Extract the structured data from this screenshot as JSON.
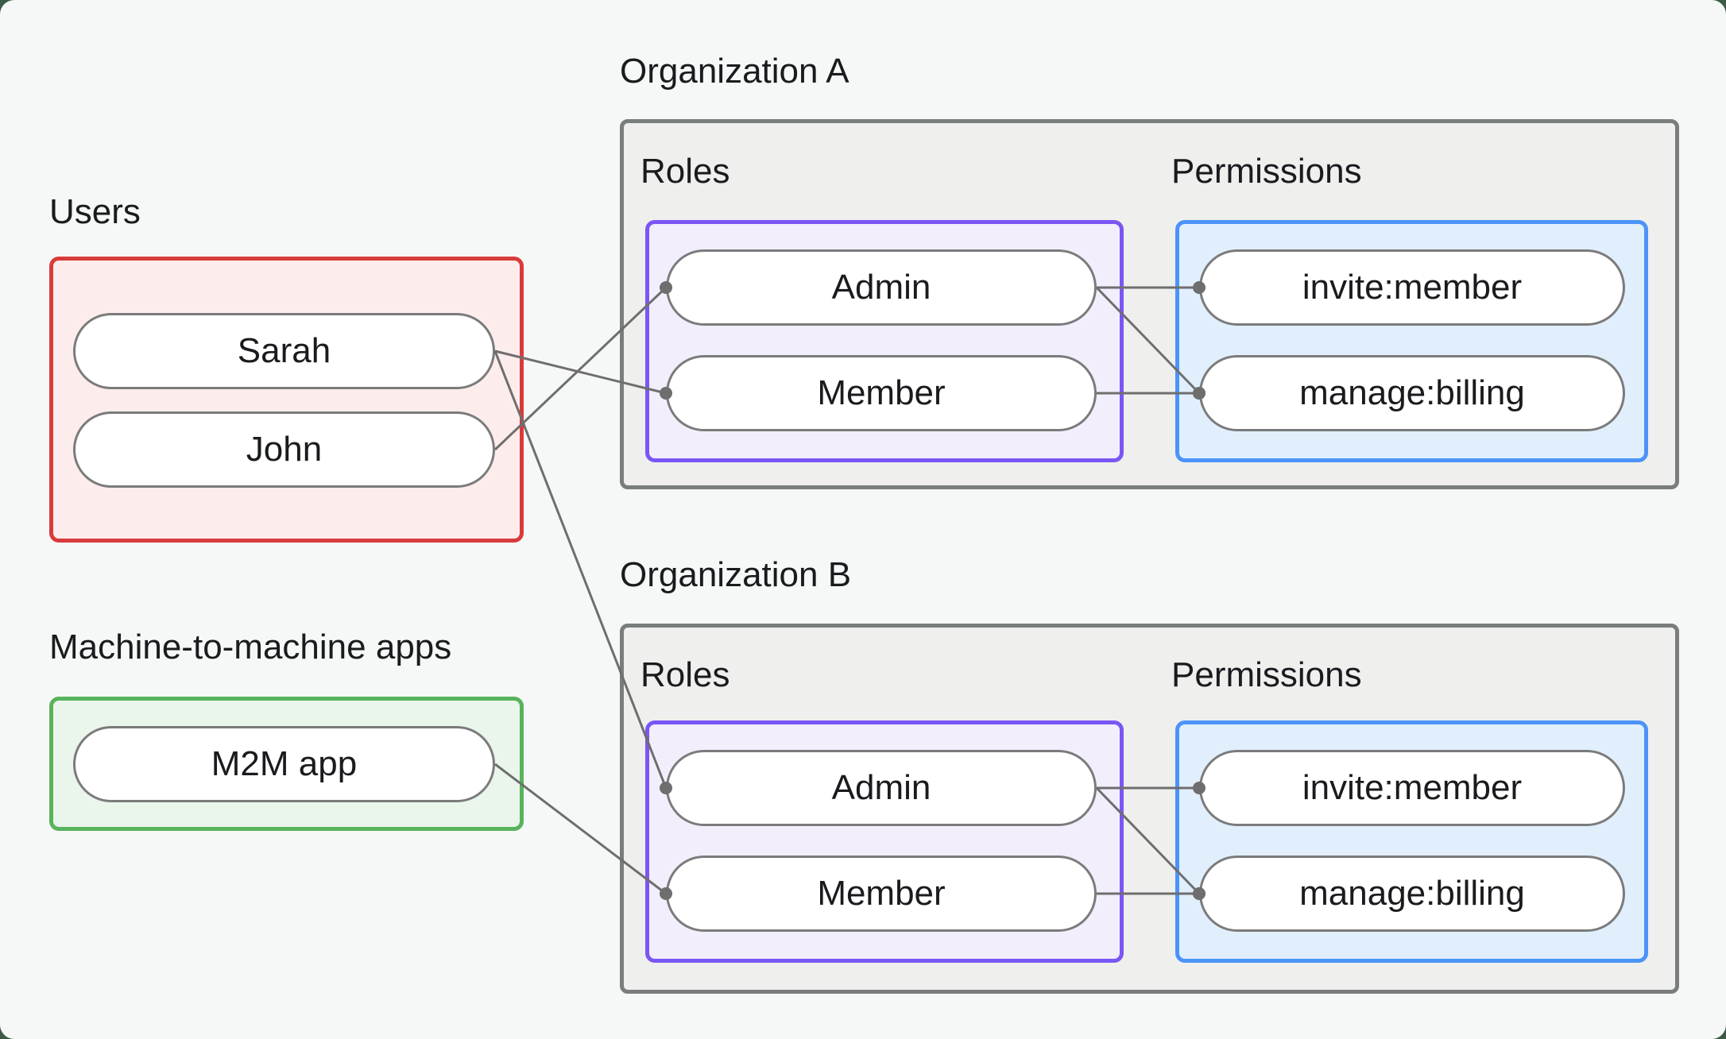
{
  "page": {
    "outer_background": "#3c5a45",
    "card_background": "#f6f8f7"
  },
  "colors": {
    "text": "#1a1b1e",
    "pill_fill": "#ffffff",
    "pill_border": "#7b7b7b",
    "org_fill": "#efefee",
    "org_border": "#797d7c",
    "users_border": "#d93b3b",
    "users_fill": "#fdecec",
    "m2m_border": "#57b35c",
    "m2m_fill": "#eaf5eb",
    "roles_border": "#7a56f4",
    "roles_fill": "#f3eefc",
    "permissions_border": "#4b93f8",
    "permissions_fill": "#e1effd"
  },
  "edge_style": {
    "color": "#6e6e6e",
    "width": 3,
    "dot_radius": 8
  },
  "users_section": {
    "label": "Users",
    "items": [
      "Sarah",
      "John"
    ]
  },
  "m2m_section": {
    "label": "Machine-to-machine apps",
    "items": [
      "M2M app"
    ]
  },
  "organizations": [
    {
      "label": "Organization A",
      "roles_label": "Roles",
      "permissions_label": "Permissions",
      "roles": [
        "Admin",
        "Member"
      ],
      "permissions": [
        "invite:member",
        "manage:billing"
      ]
    },
    {
      "label": "Organization B",
      "roles_label": "Roles",
      "permissions_label": "Permissions",
      "roles": [
        "Admin",
        "Member"
      ],
      "permissions": [
        "invite:member",
        "manage:billing"
      ]
    }
  ],
  "edges": [
    {
      "from": "sarah",
      "to": "orgA-member"
    },
    {
      "from": "john",
      "to": "orgA-admin"
    },
    {
      "from": "sarah",
      "to": "orgB-admin"
    },
    {
      "from": "m2m-app",
      "to": "orgB-member"
    },
    {
      "from": "orgA-admin",
      "to": "orgA-invite"
    },
    {
      "from": "orgA-admin",
      "to": "orgA-manage"
    },
    {
      "from": "orgA-member",
      "to": "orgA-manage"
    },
    {
      "from": "orgB-admin",
      "to": "orgB-invite"
    },
    {
      "from": "orgB-admin",
      "to": "orgB-manage"
    },
    {
      "from": "orgB-member",
      "to": "orgB-manage"
    }
  ]
}
